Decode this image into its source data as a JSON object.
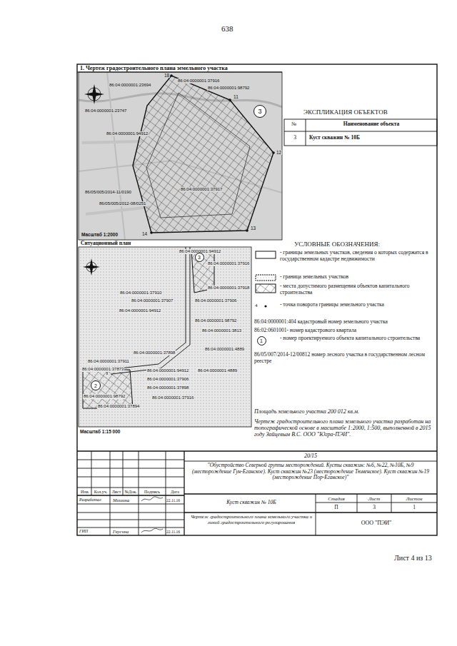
{
  "diagram": {
    "title": "1. Чертеж градостроительного плана земельного участка",
    "nodes": [
      {
        "text": [
          "3"
        ]
      },
      {
        "text": [
          "3"
        ]
      },
      {
        "text": [
          "1"
        ]
      },
      {
        "text": [
          "2"
        ]
      }
    ],
    "labels": [
      "638",
      "18",
      "86:04:0000001:37916",
      "86:04:0000001:98792",
      "86:04:0000001:23694",
      "86:04:0000001:23747",
      "86:04:0000001:94912",
      "11",
      "12",
      "86:04:0000001:37917",
      "86/05/005/2014-11/0190",
      "86/05/005/2012-08/0251",
      "14",
      "13",
      "Масштаб 1:2000",
      "ЭКСПЛИКАЦИЯ ОБЪЕКТОВ",
      "№",
      "Наименование объекта",
      "3",
      "Куст скважин № 10Б",
      "УСЛОВНЫЕ ОБОЗНАЧЕНИЯ:",
      "Ситуационный план",
      "86:04:0000001:94912",
      "86:04:0000001:37916",
      "86:04:0000001:37918",
      "86:04:0000001:37910",
      "86:04:0000001:37907",
      "86:04:0000001:37906",
      "86:04:0000001:94912",
      "86:04:0000001:98792",
      "86:04:0000001:3813",
      "86:04:0000001:4889",
      "86:04:0000001:37911",
      "86:04:0000001:37873",
      "86:04:0000001:37898",
      "86:04:0000001:94912",
      "86:04:0000001:4889",
      "86:04:0000001:37906",
      "86:04:0000001:37898",
      "86:04:0000001:98792",
      "86:04:0000001:37916",
      "86:04:0000001:37894",
      "Масштаб 1:15 000",
      "4",
      "Площадь земельного участка 200 012 кв.м.",
      "Чертеж градостроительного плана земельного участка разработан на топографической основе в масштабе 1:2000, 1:500, выполненной в 2015 году Зайцевым В.С. ООО \"Югра-ПЭИ\".",
      "20/15",
      "\"Обустройство Северной группы месторождений. Кусты скважин: №6, №22, №10Б, №9 (месторождение Гун-Еганское). Куст скважин №23 (месторождение Тюменское). Куст скважин №19 (месторождение Пор-Еганское)\"",
      "Изм.",
      "Кол.уч.",
      "Лист",
      "№Док.",
      "Подпись",
      "Дата",
      "Разработал",
      "Мишина",
      "22.11.16",
      "Куст скважин № 10Б",
      "Стадия",
      "Лист",
      "Листов",
      "П",
      "3",
      "1",
      "Чертеж градостроительного плана земельного участка и линий градостроительного регулирования",
      "ООО \"ПЭИ\"",
      "ГИП",
      "Гнусина",
      "22.11.16",
      "Лист 4 из 13"
    ],
    "legend": [
      {
        "text": "- границы земельных участков, сведения о которых содержатся в государственном кадастре недвижимости"
      },
      {
        "text": "- граница земельных участков"
      },
      {
        "text": "- места допустимого размещения объектов капитального строительства"
      },
      {
        "text": "- точка поворота границы земельного участка"
      },
      {
        "text": "86:04:0000001:404 кадастровый номер земельного участка"
      },
      {
        "text": "86:02:0601001- номер кадастрового квартала"
      },
      {
        "text": "- номер проектируемого объекта капитального строительства"
      },
      {
        "text": "86/05/007/2014-12/00812 номер лесного участка в государственном лесном реестре"
      }
    ]
  }
}
